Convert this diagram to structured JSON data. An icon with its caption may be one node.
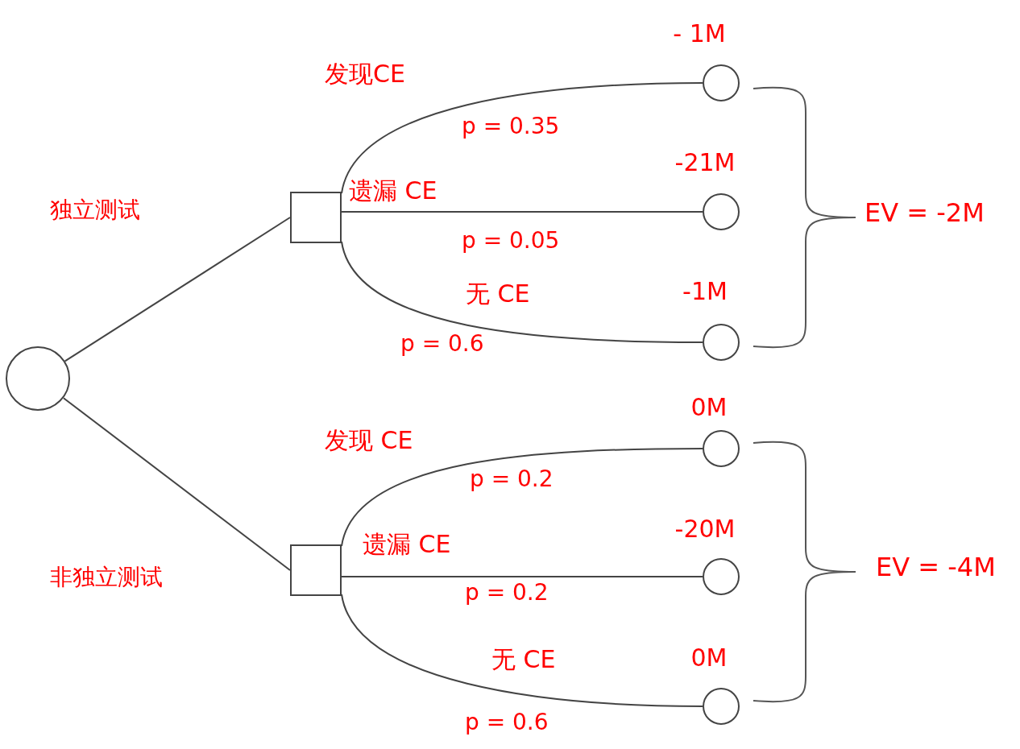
{
  "diagram": {
    "nodes": [
      {
        "text": [],
        "shape": "circle"
      },
      {
        "text": [],
        "shape": "box"
      },
      {
        "text": [],
        "shape": "box"
      },
      {
        "text": [],
        "shape": "circle",
        "beside": [
          "- 1M"
        ]
      },
      {
        "text": [],
        "shape": "circle",
        "beside": [
          "-21M"
        ]
      },
      {
        "text": [],
        "shape": "circle",
        "beside": [
          "-1M"
        ]
      },
      {
        "text": [],
        "shape": "circle",
        "beside": [
          "0M"
        ]
      },
      {
        "text": [],
        "shape": "circle",
        "beside": [
          "-20M"
        ]
      },
      {
        "text": [],
        "shape": "circle",
        "beside": [
          "0M"
        ]
      }
    ],
    "edges": [
      {
        "from": 0,
        "to": 1,
        "arrow": "none",
        "label": "独立测试"
      },
      {
        "from": 0,
        "to": 2,
        "arrow": "none",
        "label": "非独立测试"
      },
      {
        "from": 1,
        "to": 3,
        "arrow": "none",
        "label": "发现CE"
      },
      {
        "from": 1,
        "to": 4,
        "arrow": "none",
        "label": "遗漏 CE"
      },
      {
        "from": 1,
        "to": 5,
        "arrow": "none",
        "label": "无 CE"
      },
      {
        "from": 2,
        "to": 6,
        "arrow": "none",
        "label": "发现 CE"
      },
      {
        "from": 2,
        "to": 7,
        "arrow": "none",
        "label": "遗漏 CE"
      },
      {
        "from": 2,
        "to": 8,
        "arrow": "none",
        "label": "无 CE"
      }
    ],
    "labels": [
      "p = 0.35",
      "p = 0.05",
      "p = 0.6",
      "EV = -2M",
      "p = 0.2",
      "p = 0.2",
      "p = 0.6",
      "EV = -4M"
    ]
  }
}
